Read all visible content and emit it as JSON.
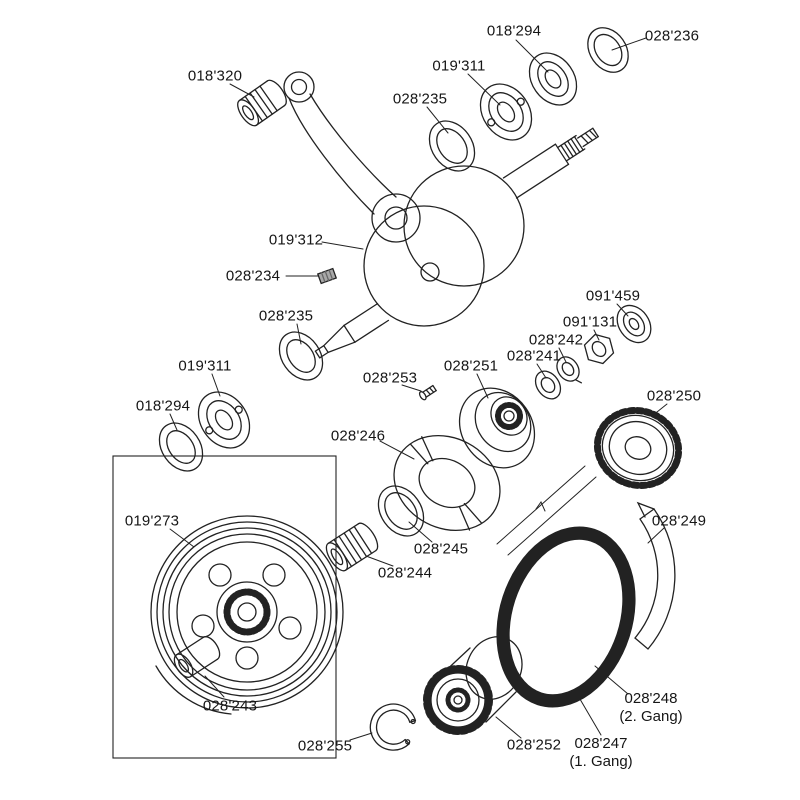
{
  "diagram": {
    "type": "exploded-parts-diagram",
    "description": "Engine crankshaft and clutch exploded parts drawing with part numbers",
    "background_color": "#ffffff",
    "line_color": "#222222",
    "label_color": "#161616"
  },
  "labels": [
    {
      "text": "018'294"
    },
    {
      "text": "028'236"
    },
    {
      "text": "019'311"
    },
    {
      "text": "018'320"
    },
    {
      "text": "028'235"
    },
    {
      "text": "019'312"
    },
    {
      "text": "028'234"
    },
    {
      "text": "028'235"
    },
    {
      "text": "091'459"
    },
    {
      "text": "091'131"
    },
    {
      "text": "028'242"
    },
    {
      "text": "028'241"
    },
    {
      "text": "028'251"
    },
    {
      "text": "028'253"
    },
    {
      "text": "019'311"
    },
    {
      "text": "018'294"
    },
    {
      "text": "028'250"
    },
    {
      "text": "028'246"
    },
    {
      "text": "019'273"
    },
    {
      "text": "028'249"
    },
    {
      "text": "028'245"
    },
    {
      "text": "028'244"
    },
    {
      "text": "028'243"
    },
    {
      "text": "028'248",
      "note": "(2. Gang)"
    },
    {
      "text": "028'255"
    },
    {
      "text": "028'252"
    },
    {
      "text": "028'247",
      "note": "(1. Gang)"
    }
  ]
}
